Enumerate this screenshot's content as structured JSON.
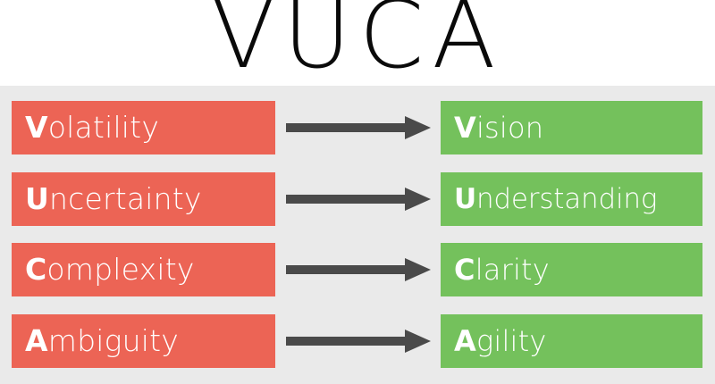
{
  "title": "VUCA",
  "colors": {
    "background": "#ffffff",
    "panel": "#eaeaea",
    "problem": "#ec6455",
    "solution": "#74c15c",
    "arrow": "#4a4a4a",
    "label_text": "#ffffff",
    "title_text": "#0a0a0a"
  },
  "rows": [
    {
      "problem_initial": "V",
      "problem_rest": "olatility",
      "arrow": "arrow-right-icon",
      "solution_initial": "V",
      "solution_rest": "ision"
    },
    {
      "problem_initial": "U",
      "problem_rest": "ncertainty",
      "arrow": "arrow-right-icon",
      "solution_initial": "U",
      "solution_rest": "nderstanding"
    },
    {
      "problem_initial": "C",
      "problem_rest": "omplexity",
      "arrow": "arrow-right-icon",
      "solution_initial": "C",
      "solution_rest": "larity"
    },
    {
      "problem_initial": "A",
      "problem_rest": "mbiguity",
      "arrow": "arrow-right-icon",
      "solution_initial": "A",
      "solution_rest": "gility"
    }
  ]
}
